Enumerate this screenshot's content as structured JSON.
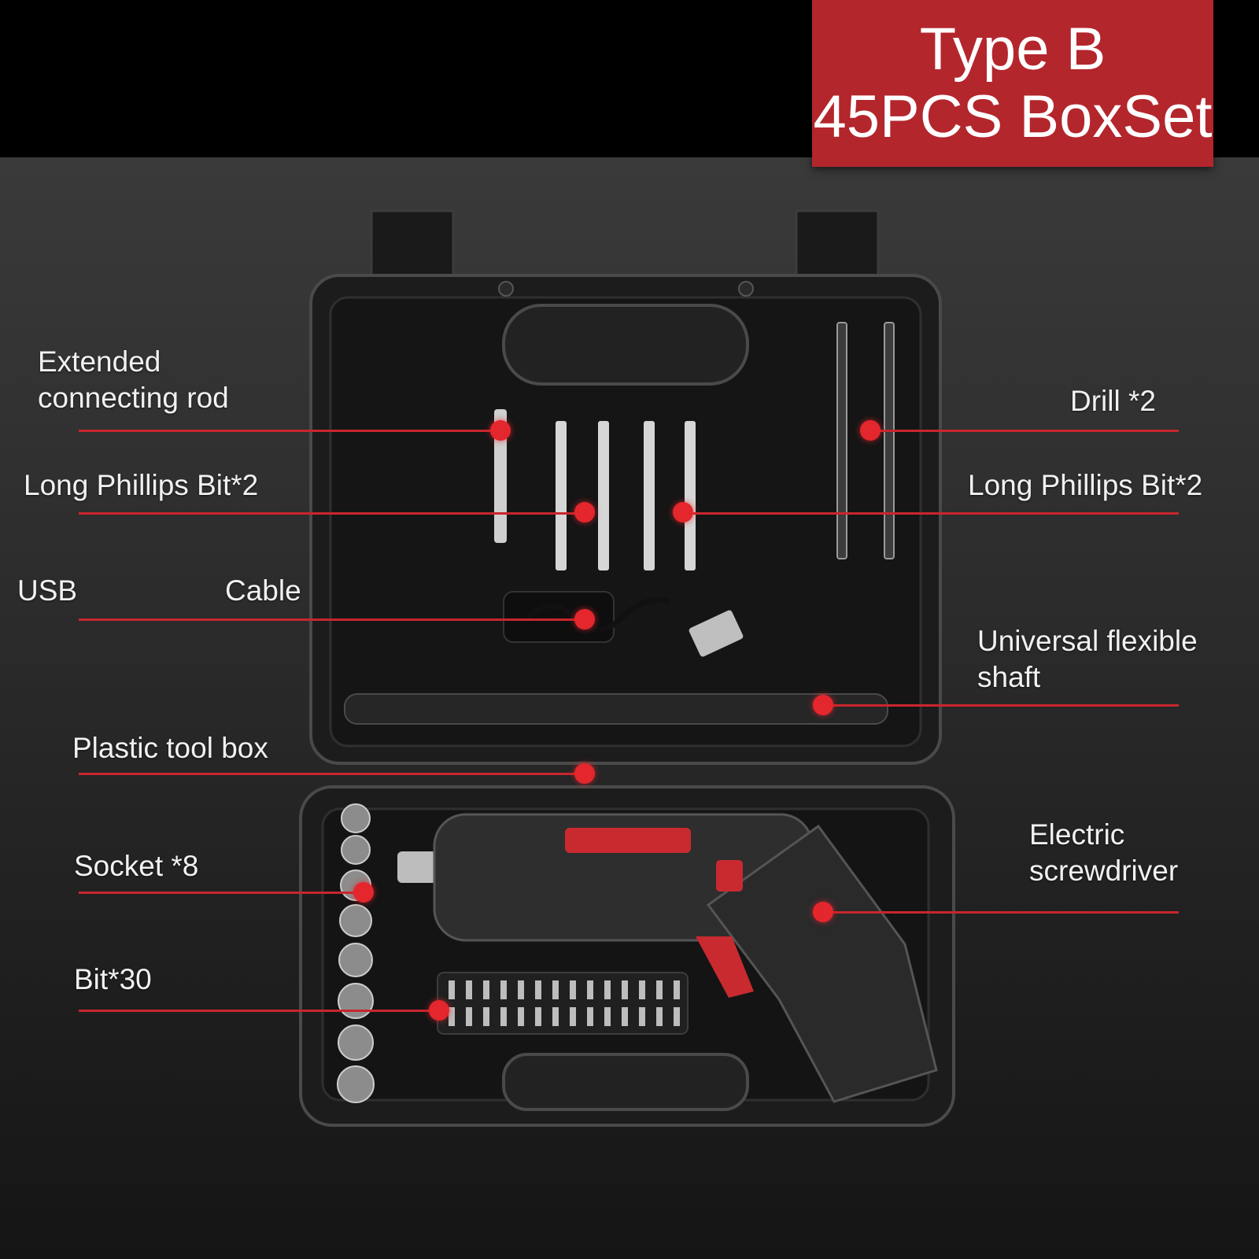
{
  "header": {
    "line1": "Type B",
    "line2": "45PCS BoxSet"
  },
  "labels": {
    "extended_rod_1": "Extended",
    "extended_rod_2": "connecting rod",
    "long_phillips_left": "Long Phillips Bit*2",
    "usb_part1": "USB",
    "usb_part2": "Cable",
    "plastic_box": "Plastic tool box",
    "socket": "Socket *8",
    "bit": "Bit*30",
    "drill": "Drill *2",
    "long_phillips_right": "Long Phillips Bit*2",
    "flex_shaft_1": "Universal flexible",
    "flex_shaft_2": "shaft",
    "screwdriver_1": "Electric",
    "screwdriver_2": "screwdriver"
  },
  "colors": {
    "accent_red": "#b3262c",
    "dot_red": "#e4262d",
    "case_dark": "#1e1e1e"
  }
}
